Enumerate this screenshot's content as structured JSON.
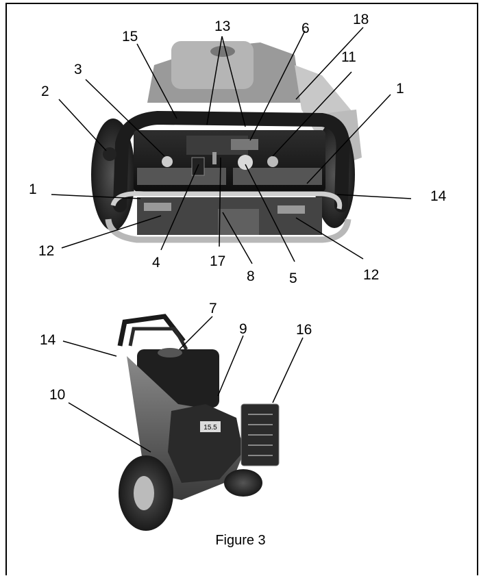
{
  "figure": {
    "caption": "Figure 3"
  },
  "callouts_top": [
    {
      "id": "c13",
      "label": "13"
    },
    {
      "id": "c18",
      "label": "18"
    },
    {
      "id": "c15",
      "label": "15"
    },
    {
      "id": "c6",
      "label": "6"
    },
    {
      "id": "c3",
      "label": "3"
    },
    {
      "id": "c11",
      "label": "11"
    },
    {
      "id": "c2",
      "label": "2"
    },
    {
      "id": "c1r",
      "label": "1"
    },
    {
      "id": "c1l",
      "label": "1"
    },
    {
      "id": "c14t",
      "label": "14"
    },
    {
      "id": "c12l",
      "label": "12"
    },
    {
      "id": "c4",
      "label": "4"
    },
    {
      "id": "c17",
      "label": "17"
    },
    {
      "id": "c5",
      "label": "5"
    },
    {
      "id": "c8",
      "label": "8"
    },
    {
      "id": "c12r",
      "label": "12"
    }
  ],
  "callouts_bottom": [
    {
      "id": "c7",
      "label": "7"
    },
    {
      "id": "c9",
      "label": "9"
    },
    {
      "id": "c16",
      "label": "16"
    },
    {
      "id": "c14b",
      "label": "14"
    },
    {
      "id": "c10",
      "label": "10"
    }
  ],
  "engine_badge": "15.5"
}
